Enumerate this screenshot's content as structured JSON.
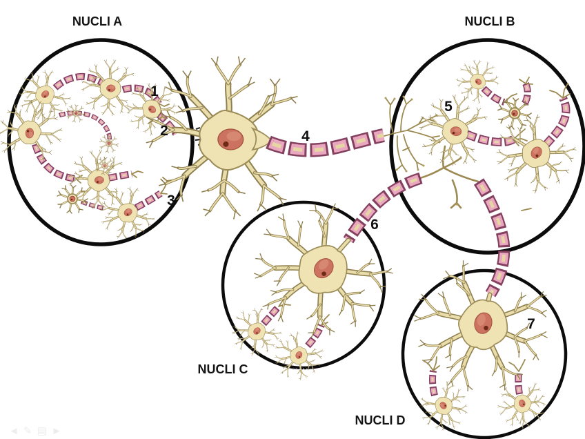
{
  "figure": {
    "nuclei_labels": {
      "a": "NUCLI A",
      "b": "NUCLI B",
      "c": "NUCLI C",
      "d": "NUCLI D"
    },
    "number_labels": {
      "n1": "1",
      "n2": "2",
      "n3": "3",
      "n4": "4",
      "n5": "5",
      "n6": "6",
      "n7": "7"
    },
    "colors": {
      "background": "#ffffff",
      "circle_stroke": "#0c0c0c",
      "soma_fill": "#efe3b4",
      "soma_outline": "#9c8c57",
      "dendrite_dark": "#8f7f4e",
      "dendrite_light": "#e9ddab",
      "myelin_outline": "#83405f",
      "myelin_fill": "#e9a8bf",
      "myelin_core": "#e6d6a4",
      "nucleus_fill": "#cb7360",
      "label_color": "#151515"
    },
    "ghost_toolbar": {
      "icons": [
        {
          "name": "back-arrow",
          "glyph": "◄"
        },
        {
          "name": "pen",
          "glyph": "✎"
        },
        {
          "name": "slide",
          "glyph": "▤"
        },
        {
          "name": "forward-arrow",
          "glyph": "►"
        }
      ]
    }
  }
}
